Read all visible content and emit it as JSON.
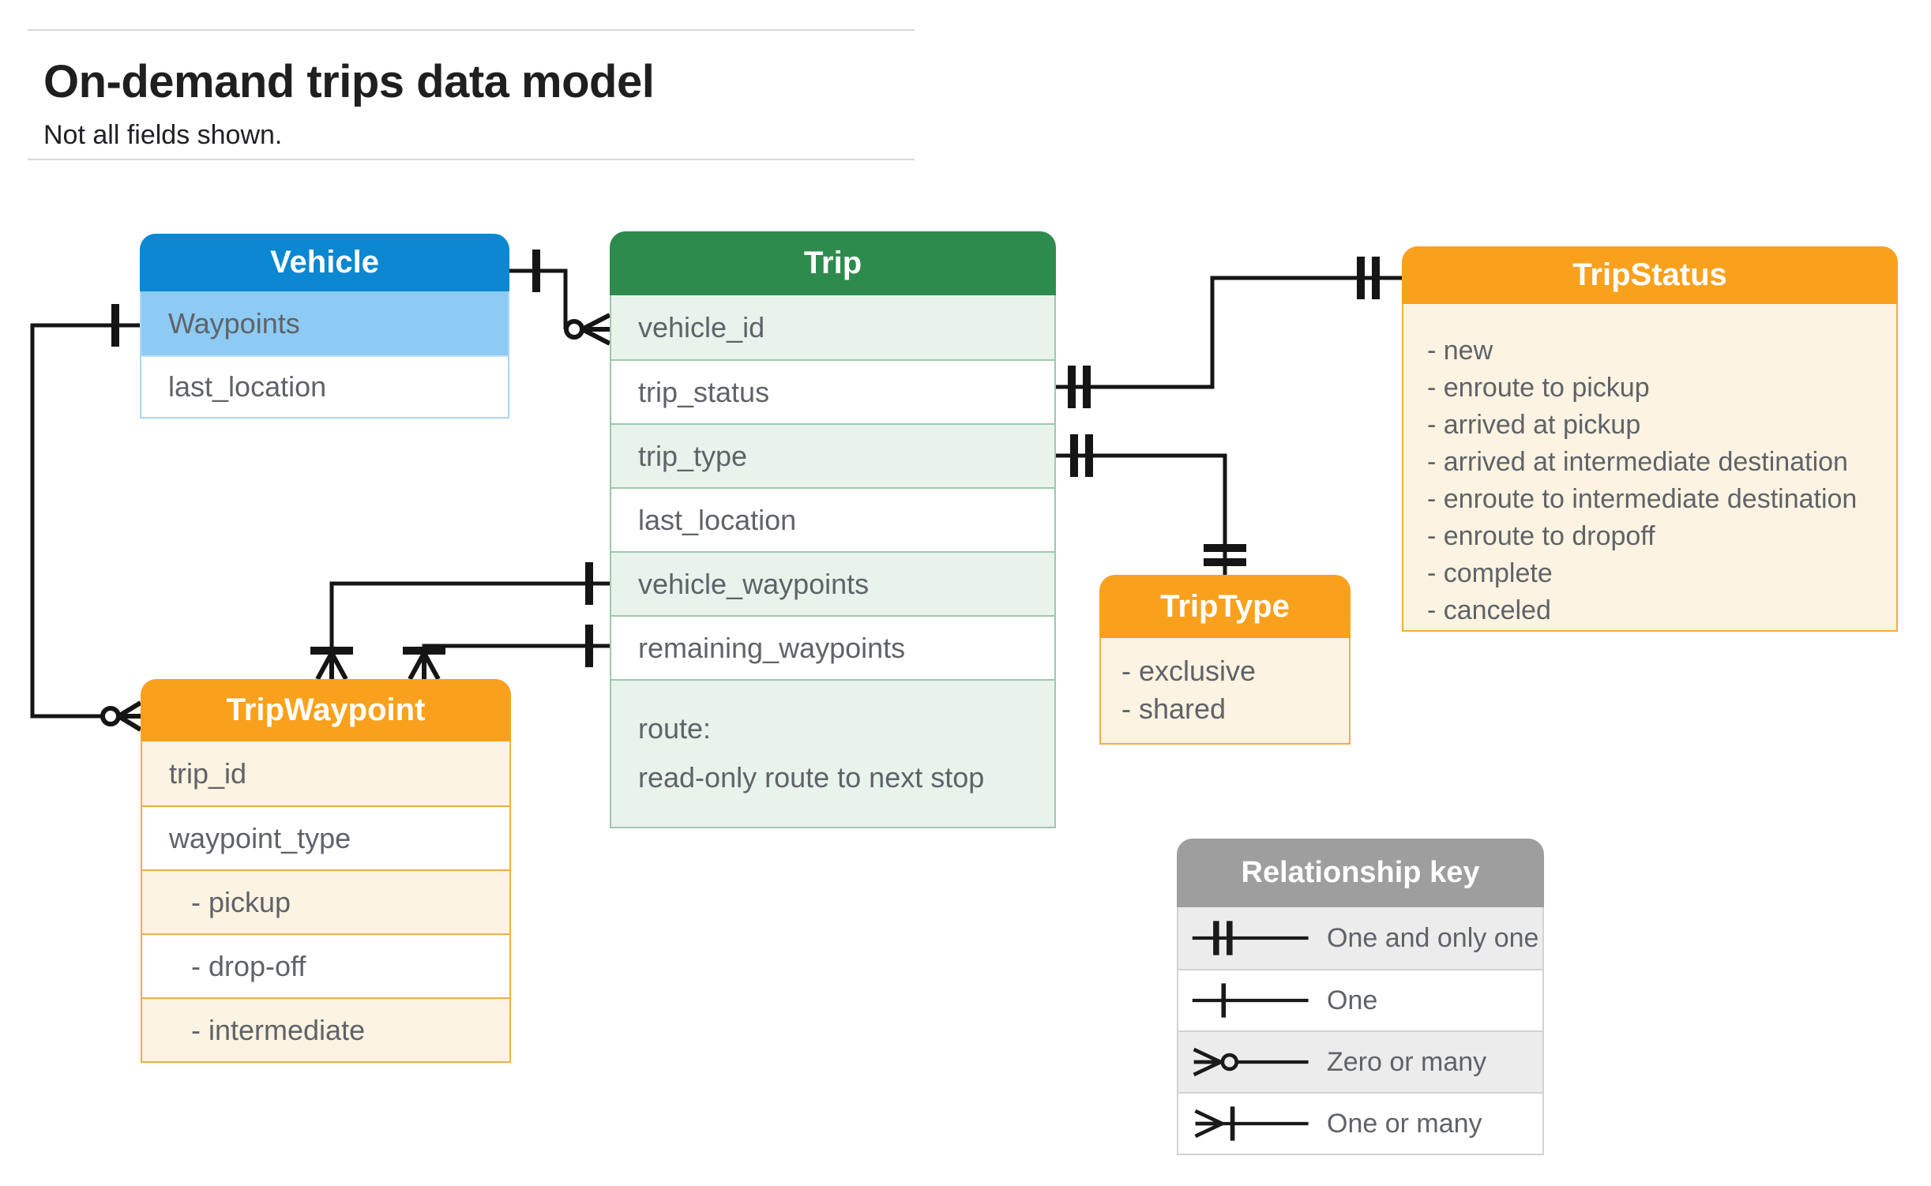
{
  "header": {
    "title": "On-demand trips data model",
    "subtitle": "Not all fields shown."
  },
  "entities": {
    "vehicle": {
      "title": "Vehicle",
      "fields": [
        "Waypoints",
        "last_location"
      ]
    },
    "trip": {
      "title": "Trip",
      "fields": [
        "vehicle_id",
        "trip_status",
        "trip_type",
        "last_location",
        "vehicle_waypoints",
        "remaining_waypoints"
      ],
      "route": [
        "route:",
        "read-only route to next stop"
      ]
    },
    "trip_status": {
      "title": "TripStatus",
      "items": [
        "- new",
        "- enroute to pickup",
        "- arrived at pickup",
        "- arrived at intermediate destination",
        "- enroute to intermediate destination",
        "- enroute to dropoff",
        "- complete",
        "- canceled"
      ]
    },
    "trip_type": {
      "title": "TripType",
      "items": [
        "- exclusive",
        "- shared"
      ]
    },
    "trip_waypoint": {
      "title": "TripWaypoint",
      "fields": [
        "trip_id",
        "waypoint_type"
      ],
      "values": [
        "- pickup",
        "- drop-off",
        "- intermediate"
      ]
    }
  },
  "relationships": [
    {
      "from": "Vehicle",
      "to": "Trip.vehicle_id",
      "from_cardinality": "one",
      "to_cardinality": "zero-or-many"
    },
    {
      "from": "Vehicle.Waypoints",
      "to": "TripWaypoint",
      "from_cardinality": "one",
      "to_cardinality": "zero-or-many"
    },
    {
      "from": "Trip.trip_status",
      "to": "TripStatus",
      "from_cardinality": "one-and-only-one",
      "to_cardinality": "one-and-only-one"
    },
    {
      "from": "Trip.trip_type",
      "to": "TripType",
      "from_cardinality": "one-and-only-one",
      "to_cardinality": "one-and-only-one"
    },
    {
      "from": "Trip.vehicle_waypoints",
      "to": "TripWaypoint",
      "from_cardinality": "one",
      "to_cardinality": "one-or-many"
    },
    {
      "from": "Trip.remaining_waypoints",
      "to": "TripWaypoint",
      "from_cardinality": "one",
      "to_cardinality": "one-or-many"
    }
  ],
  "legend": {
    "title": "Relationship key",
    "rows": [
      {
        "symbol": "one-and-only-one",
        "label": "One and only one"
      },
      {
        "symbol": "one",
        "label": "One"
      },
      {
        "symbol": "zero-or-many",
        "label": "Zero or many"
      },
      {
        "symbol": "one-or-many",
        "label": "One or many"
      }
    ]
  },
  "colors": {
    "vehicle_header": "#0c87d2",
    "vehicle_highlight_row": "#8dcaf4",
    "trip_header": "#2e8b4e",
    "trip_highlight_row": "#e8f3ec",
    "enum_header": "#f9a11c",
    "enum_row": "#fcf3e2",
    "legend_header": "#9e9e9e",
    "legend_highlight_row": "#ececec",
    "connector_line": "#151515",
    "field_text": "#5f6368"
  }
}
